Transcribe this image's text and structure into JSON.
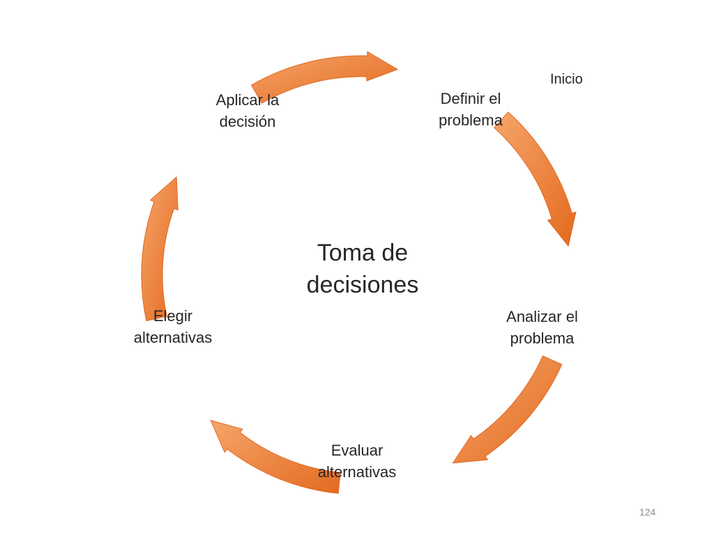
{
  "center": {
    "line1": "Toma de",
    "line2": "decisiones"
  },
  "steps": [
    {
      "id": "definir",
      "line1": "Definir el",
      "line2": "problema"
    },
    {
      "id": "analizar",
      "line1": "Analizar el",
      "line2": "problema"
    },
    {
      "id": "evaluar",
      "line1": "Evaluar",
      "line2": "alternativas"
    },
    {
      "id": "elegir",
      "line1": "Elegir",
      "line2": "alternativas"
    },
    {
      "id": "aplicar",
      "line1": "Aplicar la",
      "line2": "decisión"
    }
  ],
  "start_note": "Inicio",
  "page_number": "124",
  "colors": {
    "arrow_light": "#f39a5c",
    "arrow_dark": "#e46b1f",
    "text": "#262626"
  }
}
